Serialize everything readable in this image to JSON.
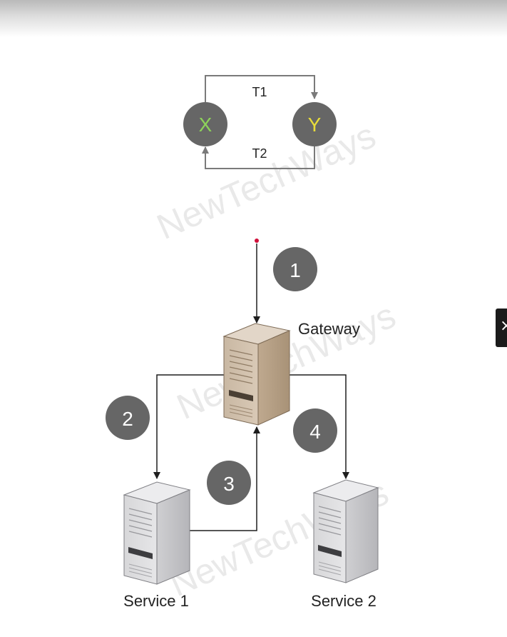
{
  "watermark": "NewTechWays",
  "state_diagram": {
    "node_x": "X",
    "node_y": "Y",
    "transition_top": "T1",
    "transition_bottom": "T2",
    "colors": {
      "node_fill": "#666666",
      "x_text": "#8dd35a",
      "y_text": "#e8dc3a"
    }
  },
  "flow_diagram": {
    "gateway_label": "Gateway",
    "service1_label": "Service 1",
    "service2_label": "Service 2",
    "steps": [
      "1",
      "2",
      "3",
      "4"
    ]
  },
  "side_tab": {
    "icon": "close-icon",
    "glyph": "×"
  }
}
